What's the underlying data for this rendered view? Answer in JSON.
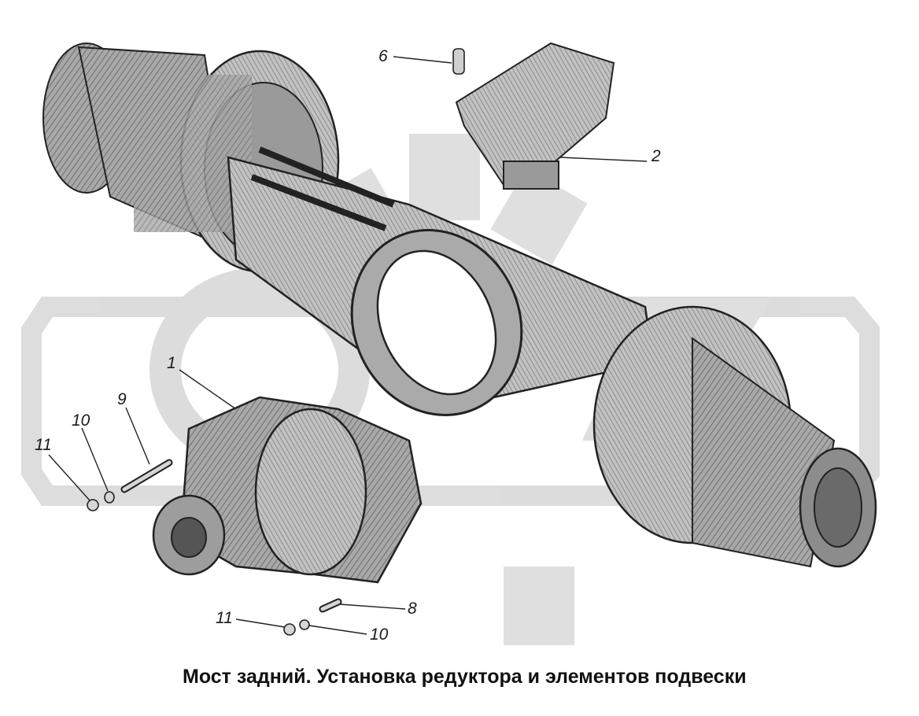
{
  "caption": "Мост задний. Установка редуктора и элементов подвески",
  "callouts": [
    "6",
    "2",
    "1",
    "9",
    "10",
    "11",
    "8",
    "11",
    "10"
  ],
  "colors": {
    "line": "#222222",
    "metal_light": "#b9b9b9",
    "metal_mid": "#8f8f8f",
    "metal_dark": "#5a5a5a",
    "watermark": "#d9d9d9"
  },
  "watermark_icon": "gear-logo-watermark"
}
